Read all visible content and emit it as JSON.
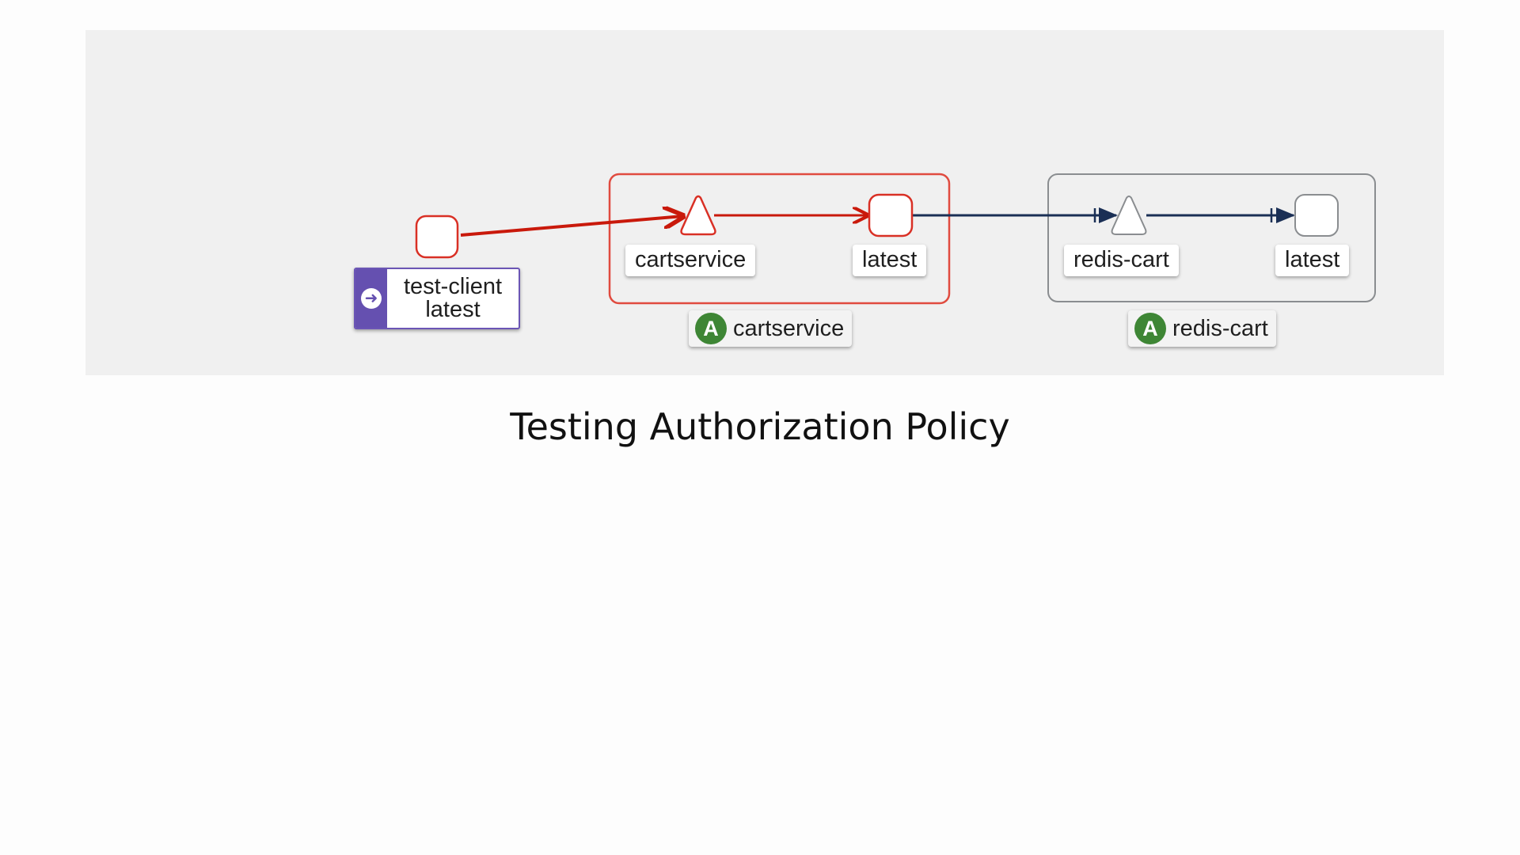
{
  "diagram": {
    "service_graph": {
      "external_client": {
        "name": "test-client",
        "version": "latest",
        "icon": "arrow-right-circle-icon"
      },
      "groups": [
        {
          "app_badge": "A",
          "app_name": "cartservice",
          "service_label": "cartservice",
          "workload_label": "latest",
          "status_color": "#d93025"
        },
        {
          "app_badge": "A",
          "app_name": "redis-cart",
          "service_label": "redis-cart",
          "workload_label": "latest",
          "status_color": "#8a8d90"
        }
      ],
      "colors": {
        "error_edge": "#c9190b",
        "tcp_edge": "#1a2f55",
        "app_badge": "#3e8635",
        "client_badge": "#6550b0",
        "panel_background": "#f0f0f0"
      }
    },
    "caption": "Testing Authorization Policy"
  }
}
